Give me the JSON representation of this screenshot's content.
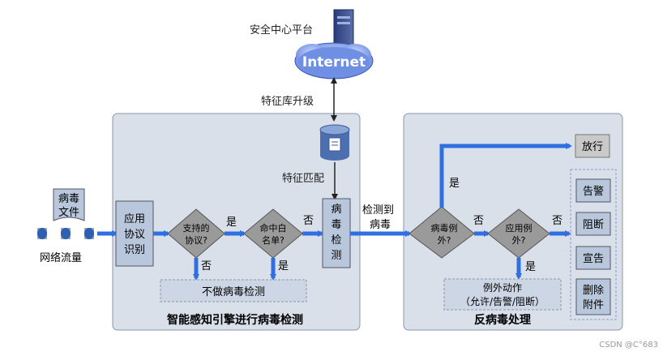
{
  "top": {
    "platform_label": "安全中心平台",
    "internet_label": "Internet",
    "upgrade_label": "特征库升级"
  },
  "left_panel": {
    "title": "智能感知引擎进行病毒检测",
    "match_label": "特征匹配",
    "app_id_box": [
      "应用",
      "协议",
      "识别"
    ],
    "decision_protocol": [
      "支持的",
      "协议?"
    ],
    "decision_whitelist": [
      "命中白",
      "名单?"
    ],
    "detect_box": [
      "病",
      "毒",
      "检",
      "测"
    ],
    "yes_label": "是",
    "no_label": "否",
    "no_check_label": "不做病毒检测"
  },
  "input": {
    "file_label": [
      "病毒",
      "文件"
    ],
    "traffic_label": "网络流量"
  },
  "between": {
    "detected_label": [
      "检测到",
      "病毒"
    ]
  },
  "right_panel": {
    "title": "反病毒处理",
    "decision_exception": [
      "病毒例",
      "外?"
    ],
    "decision_app_exception": [
      "应用例",
      "外?"
    ],
    "pass_label": "放行",
    "actions": [
      "告警",
      "阻断",
      "宣告"
    ],
    "delete_action": [
      "删除",
      "附件"
    ],
    "exception_action": [
      "例外动作",
      "（允许/告警/阻断）"
    ],
    "yes_label": "是",
    "no_label": "否"
  },
  "watermark": "CSDN @C°683",
  "colors": {
    "panel_fill": "#d9e0ea",
    "box_fill": "#b8c7db",
    "decision_fill": "#9a9a9a",
    "arrow_blue": "#2f6fe0",
    "pass_fill": "#c9c9c9"
  }
}
